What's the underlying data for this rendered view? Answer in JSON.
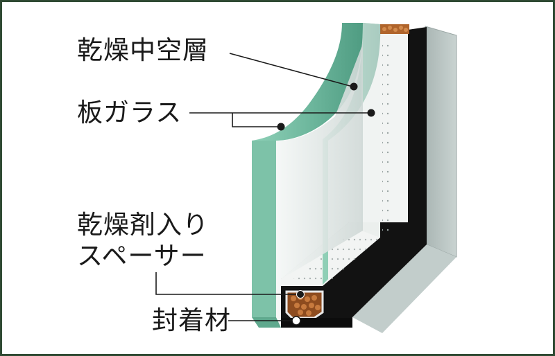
{
  "labels": {
    "air_layer": "乾燥中空層",
    "glass_pane": "板ガラス",
    "spacer_line1": "乾燥剤入り",
    "spacer_line2": "スペーサー",
    "sealant": "封着材"
  },
  "colors": {
    "frame": "#2f4a33",
    "glass_edge": "#7fc1a9",
    "glass_face": "#e8ecec",
    "spacer": "#101010",
    "desiccant": "#b0642b",
    "leader": "#1a1a1a"
  }
}
